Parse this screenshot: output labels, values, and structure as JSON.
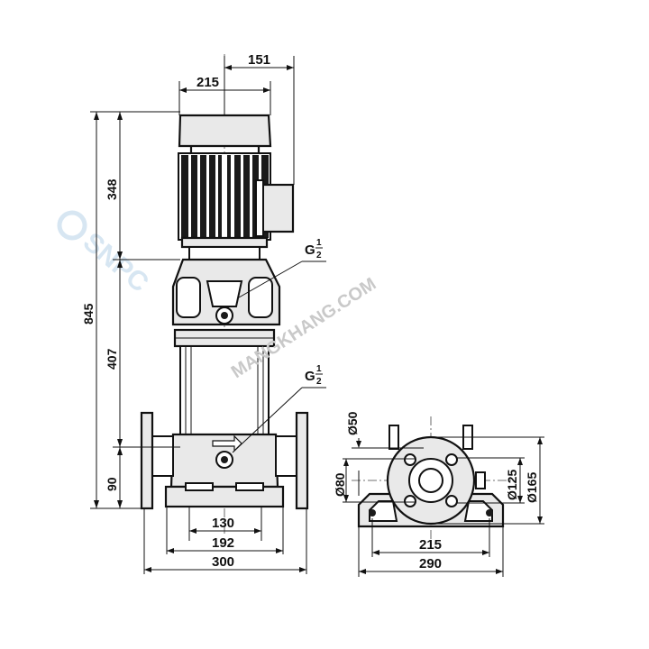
{
  "dimensions": {
    "top_width": "151",
    "motor_width": "215",
    "overall_height": "845",
    "motor_height": "348",
    "pump_height": "407",
    "base_height": "90",
    "foot_spacing": "130",
    "foot_width": "192",
    "flange_span": "300",
    "side_foot_spacing": "215",
    "side_base_width": "290",
    "dn_inner": "Ø50",
    "dn_outer": "Ø80",
    "bolt_circle": "Ø125",
    "flange_diameter": "Ø165"
  },
  "connections": {
    "upper": {
      "symbol": "G",
      "sup": "1",
      "sub": "2"
    },
    "lower": {
      "symbol": "G",
      "sup": "1",
      "sub": "2"
    }
  },
  "watermark": {
    "text": "MANGKHANG.COM",
    "logo": "SNPC"
  }
}
